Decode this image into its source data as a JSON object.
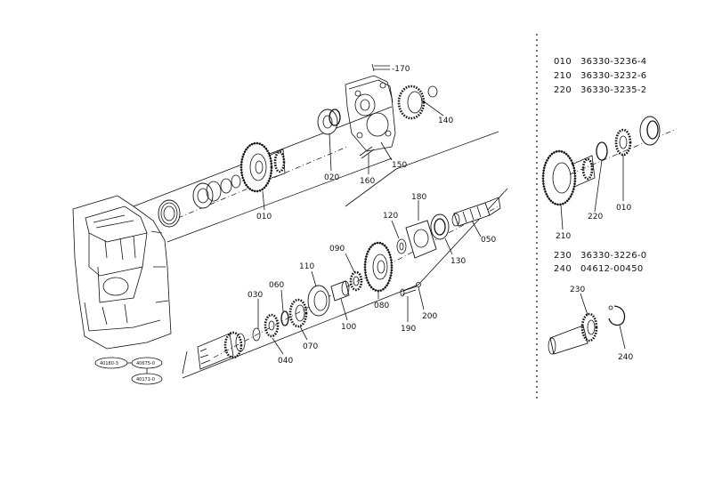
{
  "callouts": {
    "c010": "010",
    "c020": "020",
    "c030": "030",
    "c040": "040",
    "c050": "050",
    "c060": "060",
    "c070": "070",
    "c080": "080",
    "c090": "090",
    "c100": "100",
    "c110": "110",
    "c120": "120",
    "c130": "130",
    "c140": "140",
    "c150": "150",
    "c160": "160",
    "c170": "-170",
    "c180": "180",
    "c190": "190",
    "c200": "200",
    "c210r": "210",
    "c220r": "220",
    "c010r": "010",
    "c230r": "230",
    "c240r": "240"
  },
  "refs": {
    "r1": "40180-3",
    "r2": "40675-0",
    "r3": "40171-0"
  },
  "parts_table_1": [
    {
      "ref": "010",
      "part": "36330-3236-4"
    },
    {
      "ref": "210",
      "part": "36330-3232-6"
    },
    {
      "ref": "220",
      "part": "36330-3235-2"
    }
  ],
  "parts_table_2": [
    {
      "ref": "230",
      "part": "36330-3226-0"
    },
    {
      "ref": "240",
      "part": "04612-00450"
    }
  ]
}
